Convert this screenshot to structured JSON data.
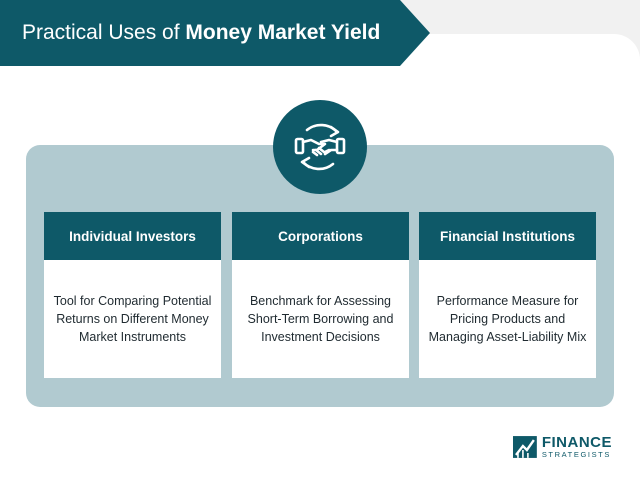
{
  "title": {
    "prefix": "Practical Uses of",
    "bold": "Money Market Yield"
  },
  "hub_icon": "handshake-cycle-icon",
  "cards": [
    {
      "heading": "Individual Investors",
      "body": "Tool for Comparing Potential Returns on Different Money Market Instruments"
    },
    {
      "heading": "Corporations",
      "body": "Benchmark for Assessing Short-Term Borrowing and Investment Decisions"
    },
    {
      "heading": "Financial Institutions",
      "body": "Performance Measure for Pricing Products and Managing Asset-Liability Mix"
    }
  ],
  "logo": {
    "main": "FINANCE",
    "sub": "STRATEGISTS"
  },
  "colors": {
    "primary": "#0e5968",
    "panel": "#b1cad0",
    "background": "#f1f1f1"
  }
}
